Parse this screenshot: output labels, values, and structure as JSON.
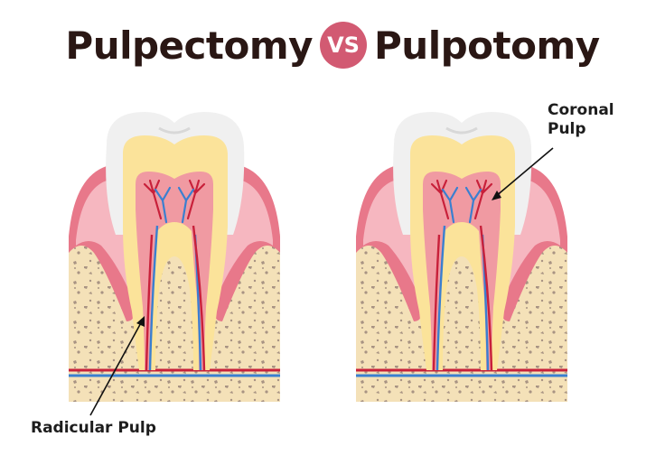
{
  "title": {
    "left": "Pulpectomy",
    "vs": "VS",
    "right": "Pulpotomy"
  },
  "labels": {
    "coronal_line1": "Coronal",
    "coronal_line2": "Pulp",
    "radicular": "Radicular Pulp"
  },
  "colors": {
    "title_text": "#2a1714",
    "vs_badge": "#d25a72",
    "enamel": "#f0f0f0",
    "dentin": "#fbe39a",
    "pulp": "#f09aa2",
    "gum": "#e8788a",
    "bone": "#f4e1b8",
    "bone_speckle": "#a89383",
    "artery": "#c8203a",
    "vein": "#3a7fd0"
  }
}
